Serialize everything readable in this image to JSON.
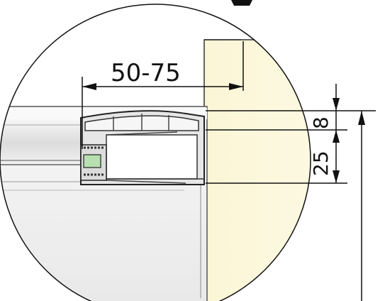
{
  "dimensions": {
    "horizontal_range": "50-75",
    "vertical_small": "8",
    "vertical_large": "25"
  },
  "colors": {
    "wall_fill": "#fdf8dc",
    "panel_fill": "#f0f0f0",
    "profile_fill": "#e9e9e9",
    "seal_green": "#b7dfb0",
    "line": "#111111"
  }
}
